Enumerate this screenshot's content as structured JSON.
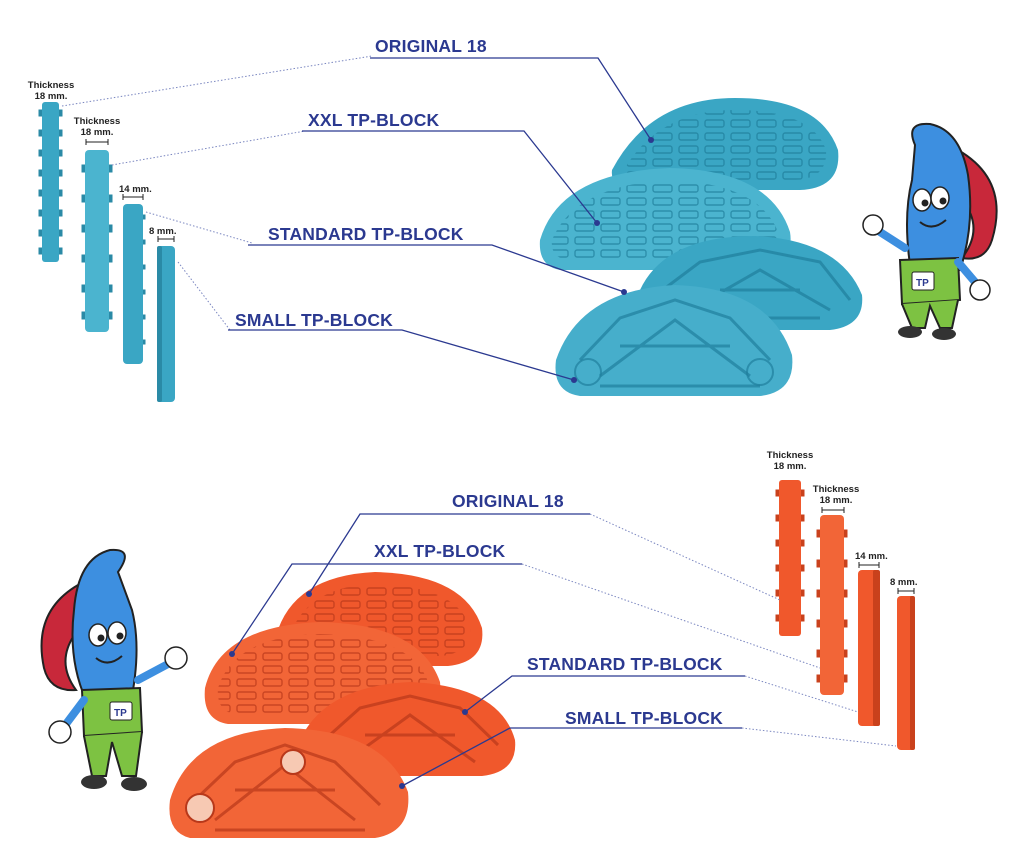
{
  "colors": {
    "label_blue": "#2b3990",
    "block_cyan": "#3aa6c4",
    "block_cyan_dark": "#2a8aa6",
    "block_orange": "#f0582c",
    "block_orange_dark": "#c9411c",
    "mascot_body": "#3d8fe0",
    "mascot_overalls": "#7dc242",
    "mascot_loop": "#c8283a"
  },
  "blue_section": {
    "labels": {
      "original": "ORIGINAL 18",
      "xxl": "XXL TP-BLOCK",
      "standard": "STANDARD TP-BLOCK",
      "small": "SMALL TP-BLOCK"
    },
    "thickness": {
      "a_word": "Thickness",
      "a_value": "18 mm.",
      "b_word": "Thickness",
      "b_value": "18 mm.",
      "c_value": "14 mm.",
      "d_value": "8 mm."
    }
  },
  "orange_section": {
    "labels": {
      "original": "ORIGINAL 18",
      "xxl": "XXL TP-BLOCK",
      "standard": "STANDARD TP-BLOCK",
      "small": "SMALL TP-BLOCK"
    },
    "thickness": {
      "a_word": "Thickness",
      "a_value": "18 mm.",
      "b_word": "Thickness",
      "b_value": "18 mm.",
      "c_value": "14 mm.",
      "d_value": "8 mm."
    }
  },
  "mascot": {
    "logo_text": "TP"
  }
}
